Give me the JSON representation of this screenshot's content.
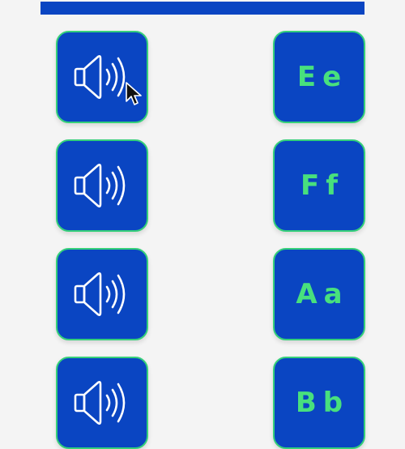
{
  "colors": {
    "tile_bg": "#0a45c2",
    "tile_border": "#35d07a",
    "letter": "#48e07d",
    "page_bg": "#f4f4f4"
  },
  "audio_tiles": [
    {
      "icon": "speaker-icon"
    },
    {
      "icon": "speaker-icon"
    },
    {
      "icon": "speaker-icon"
    },
    {
      "icon": "speaker-icon"
    }
  ],
  "letter_tiles": [
    {
      "label": "Ee"
    },
    {
      "label": "Ff"
    },
    {
      "label": "Aa"
    },
    {
      "label": "Bb"
    }
  ],
  "pointer": {
    "icon": "cursor-arrow-icon"
  }
}
